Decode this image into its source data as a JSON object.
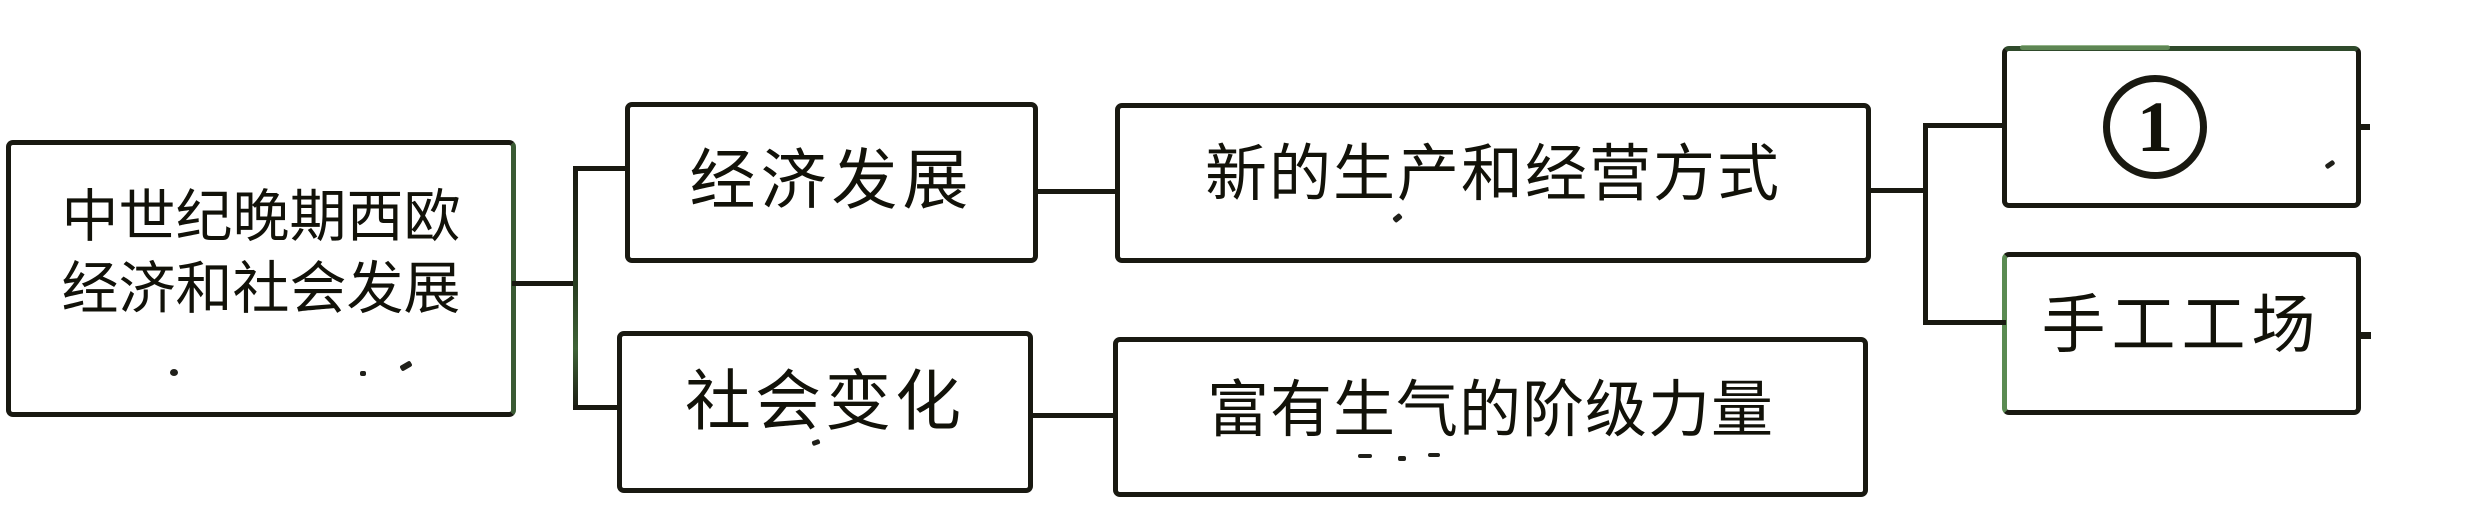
{
  "colors": {
    "background": "#ffffff",
    "line": "#191911",
    "green_accent": "#5a8b52"
  },
  "nodes": {
    "root": {
      "line1": "中世纪晚期西欧",
      "line2": "经济和社会发展"
    },
    "economy": {
      "label": "经济发展"
    },
    "production": {
      "label": "新的生产和经营方式"
    },
    "blank": {
      "number": "1",
      "display": "①"
    },
    "workshop": {
      "label": "手工工场"
    },
    "social": {
      "label": "社会变化"
    },
    "class_force": {
      "label": "富有生气的阶级力量"
    }
  },
  "relations": [
    {
      "from": "中世纪晚期西欧经济和社会发展",
      "to": "经济发展"
    },
    {
      "from": "中世纪晚期西欧经济和社会发展",
      "to": "社会变化"
    },
    {
      "from": "经济发展",
      "to": "新的生产和经营方式"
    },
    {
      "from": "新的生产和经营方式",
      "to": "①"
    },
    {
      "from": "新的生产和经营方式",
      "to": "手工工场"
    },
    {
      "from": "社会变化",
      "to": "富有生气的阶级力量"
    }
  ]
}
